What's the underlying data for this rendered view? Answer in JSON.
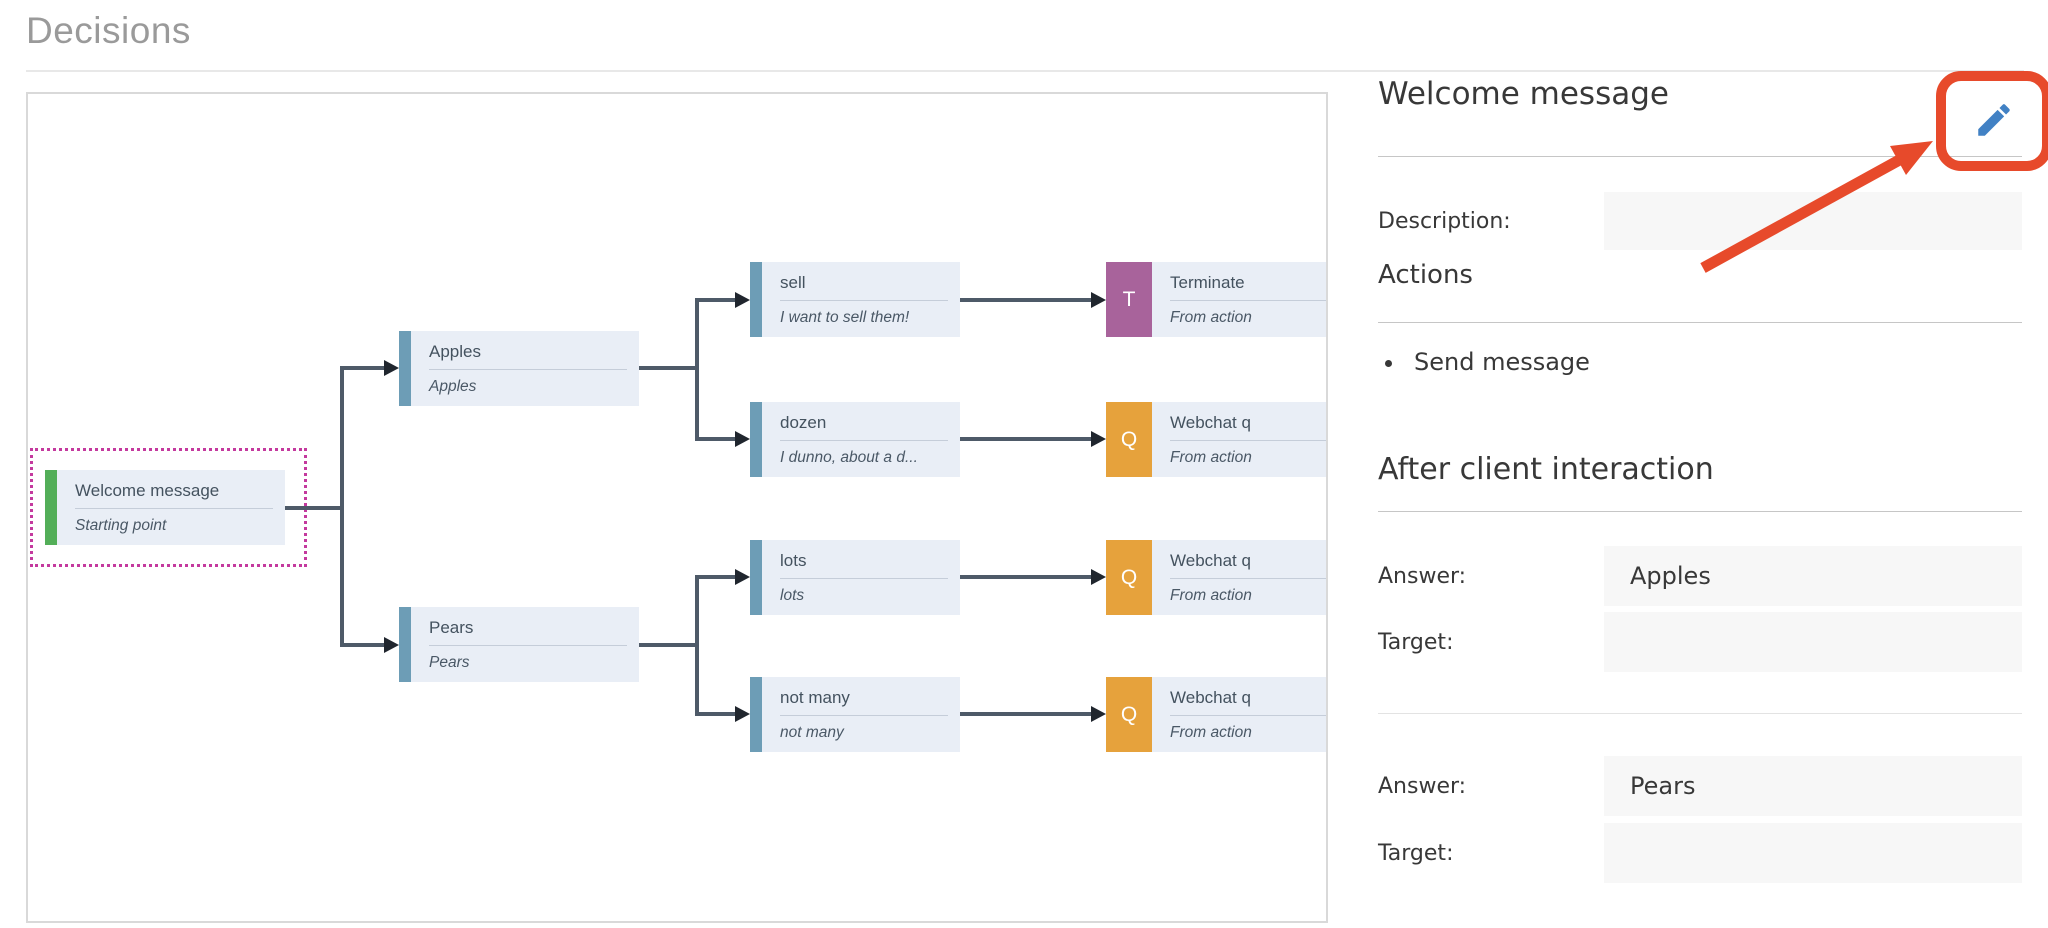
{
  "page": {
    "title": "Decisions"
  },
  "tree": {
    "start": {
      "title": "Welcome message",
      "subtitle": "Starting point"
    },
    "apples": {
      "title": "Apples",
      "subtitle": "Apples"
    },
    "pears": {
      "title": "Pears",
      "subtitle": "Pears"
    },
    "sell": {
      "title": "sell",
      "subtitle": "I want to sell them!"
    },
    "dozen": {
      "title": "dozen",
      "subtitle": "I dunno, about a d..."
    },
    "lots": {
      "title": "lots",
      "subtitle": "lots"
    },
    "not_many": {
      "title": "not many",
      "subtitle": "not many"
    },
    "terminate": {
      "letter": "T",
      "title": "Terminate",
      "subtitle": "From action"
    },
    "webchat_1": {
      "letter": "Q",
      "title": "Webchat q",
      "subtitle": "From action"
    },
    "webchat_2": {
      "letter": "Q",
      "title": "Webchat q",
      "subtitle": "From action"
    },
    "webchat_3": {
      "letter": "Q",
      "title": "Webchat q",
      "subtitle": "From action"
    }
  },
  "panel": {
    "title": "Welcome message",
    "description_label": "Description:",
    "description_value": "",
    "actions_heading": "Actions",
    "actions": [
      "Send message"
    ],
    "after_heading": "After client interaction",
    "groups": [
      {
        "answer_label": "Answer:",
        "answer_value": "Apples",
        "target_label": "Target:",
        "target_value": ""
      },
      {
        "answer_label": "Answer:",
        "answer_value": "Pears",
        "target_label": "Target:",
        "target_value": ""
      }
    ]
  },
  "icons": {
    "edit": "pencil-icon"
  },
  "colors": {
    "annotation_red": "#e74a2b",
    "pencil_blue": "#4181c4",
    "start_green": "#53ae58",
    "choice_blue": "#6d9db6",
    "terminate_purple": "#a8639b",
    "question_orange": "#e6a23c",
    "selection_magenta": "#c4399e",
    "connector": "#4e5a68",
    "node_background": "#e9eef6"
  }
}
